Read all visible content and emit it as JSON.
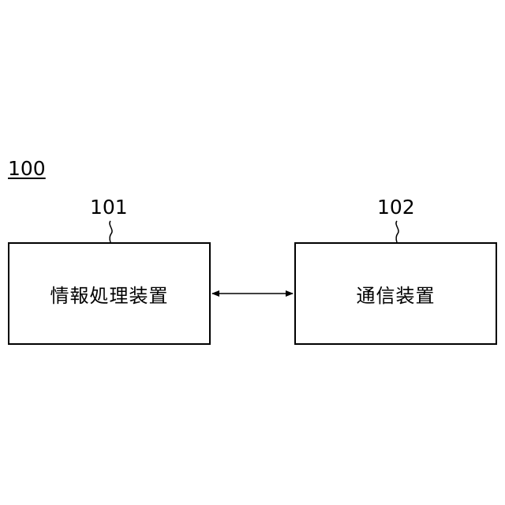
{
  "system": {
    "label": "100"
  },
  "blocks": [
    {
      "ref": "101",
      "label": "情報処理装置"
    },
    {
      "ref": "102",
      "label": "通信装置"
    }
  ],
  "connection": {
    "type": "bidirectional-arrow"
  }
}
